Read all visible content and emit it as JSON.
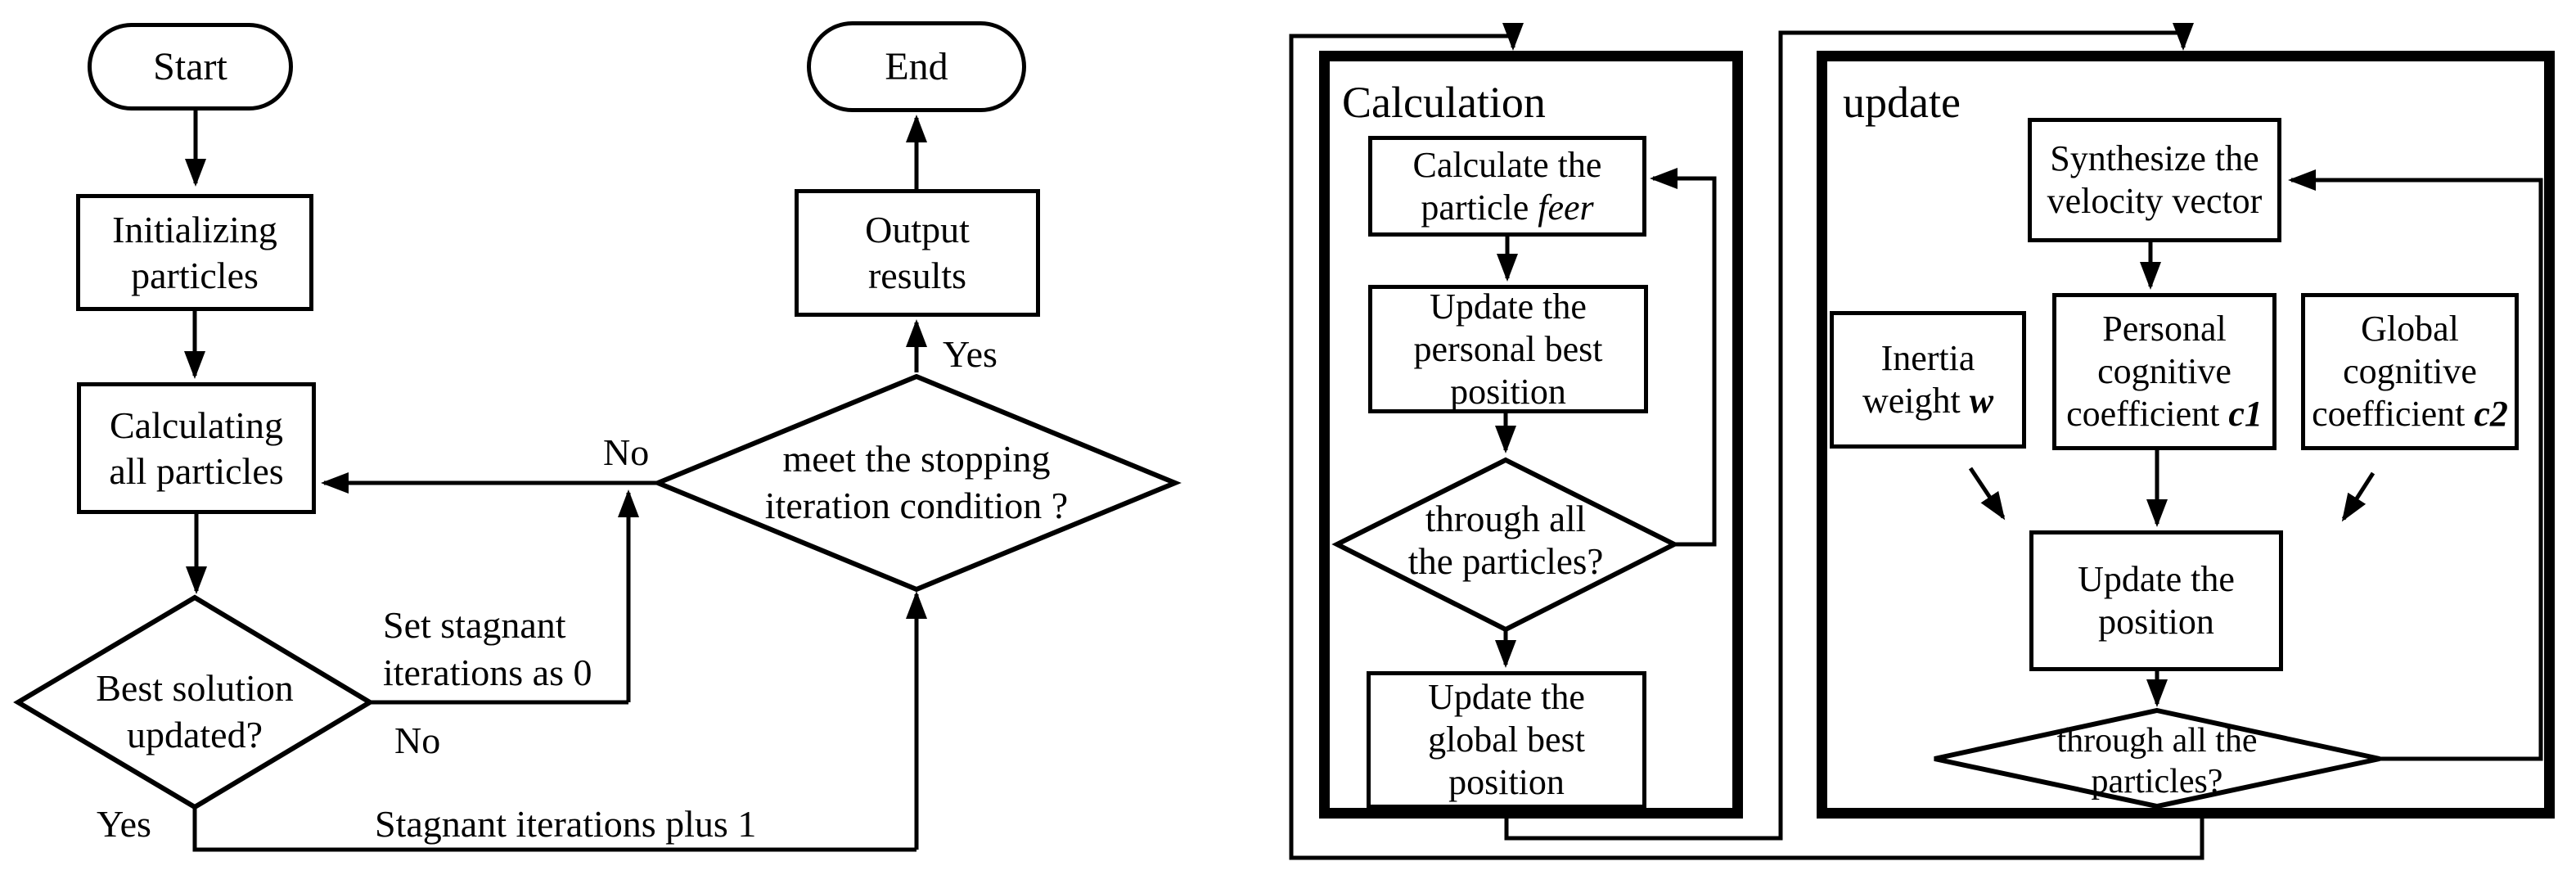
{
  "flowchart": {
    "start": "Start",
    "end": "End",
    "init": [
      "Initializing",
      "particles"
    ],
    "calc": [
      "Calculating",
      "all particles"
    ],
    "best_updated": [
      "Best solution",
      "updated?"
    ],
    "stopping": [
      "meet the stopping",
      "iteration condition ?"
    ],
    "output": [
      "Output",
      "results"
    ],
    "labels": {
      "set_stagnant": [
        "Set stagnant",
        "iterations as 0"
      ],
      "no_best": "No",
      "yes_best": "Yes",
      "stagnant_plus": "Stagnant iterations plus 1",
      "no_stop": "No",
      "yes_stop": "Yes"
    }
  },
  "calculation_panel": {
    "title": "Calculation",
    "fitness": {
      "l1": "Calculate the",
      "l2_pre": "particle ",
      "l2_var": "feer"
    },
    "personal_best": [
      "Update the",
      "personal best",
      "position"
    ],
    "through_all": [
      "through all",
      "the particles?"
    ],
    "global_best": [
      "Update the",
      "global best",
      "position"
    ]
  },
  "update_panel": {
    "title": "update",
    "synthesize": [
      "Synthesize the",
      "velocity vector"
    ],
    "inertia": {
      "l1": "Inertia",
      "l2_pre": "weight ",
      "l2_var": "w"
    },
    "personal": {
      "l1": "Personal",
      "l2": "cognitive",
      "l3_pre": "coefficient ",
      "l3_var": "c1"
    },
    "global": {
      "l1": "Global",
      "l2": "cognitive",
      "l3_pre": "coefficient ",
      "l3_var": "c2"
    },
    "update_position": [
      "Update the",
      "position"
    ],
    "through_all": [
      "through all the",
      "particles?"
    ]
  },
  "colors": {
    "ink": "#000000",
    "background": "#ffffff"
  }
}
